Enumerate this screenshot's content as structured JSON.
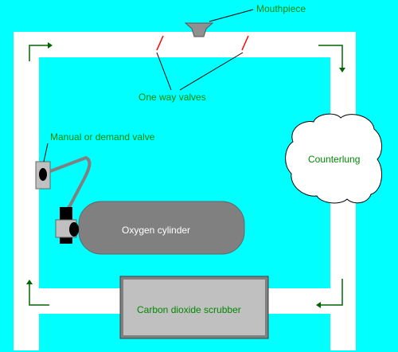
{
  "labels": {
    "mouthpiece": "Mouthpiece",
    "one_way_valves": "One way valves",
    "manual_valve": "Manual or demand valve",
    "counterlung": "Counterlung",
    "oxygen_cylinder": "Oxygen cylinder",
    "scrubber": "Carbon dioxide scrubber"
  },
  "colors": {
    "background": "#00ffff",
    "tube": "#ffffff",
    "label_text": "#008800",
    "arrow": "#006600",
    "valve_marker": "#ff0000",
    "cylinder": "#808080",
    "scrubber_fill": "#c0c0c0",
    "scrubber_border": "#404040"
  }
}
